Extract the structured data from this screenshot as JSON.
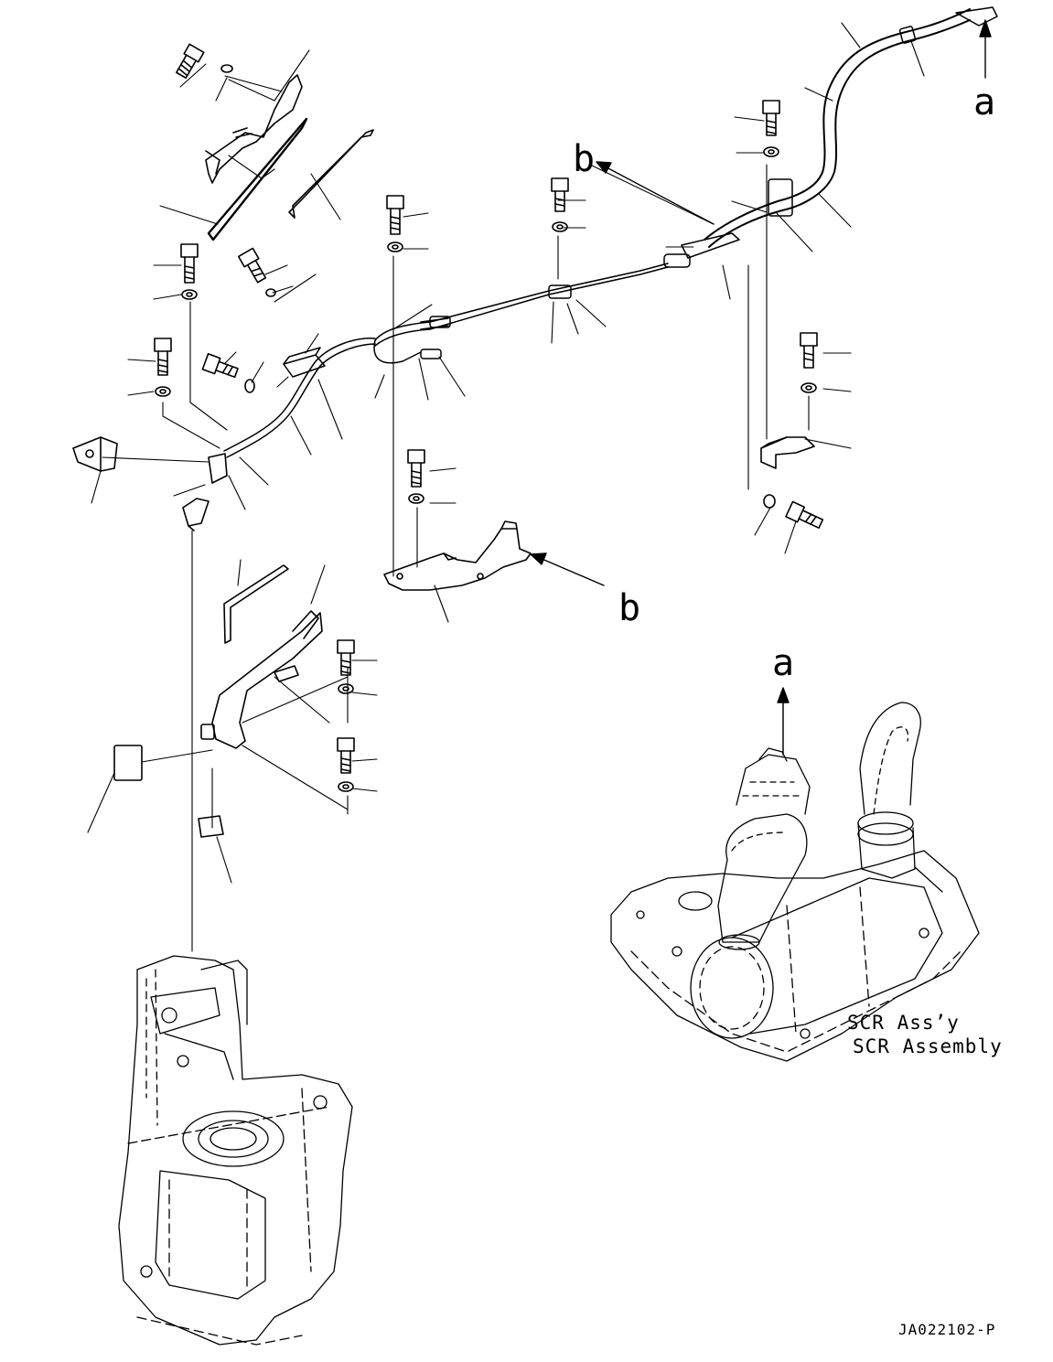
{
  "labels": {
    "ref_a_top": "a",
    "ref_b_top": "b",
    "ref_b_mid": "b",
    "ref_a_assembly": "a",
    "scr_line1": "SCR Ass’y",
    "scr_line2": "SCR Assembly",
    "drawing_code": "JA022102-P"
  }
}
